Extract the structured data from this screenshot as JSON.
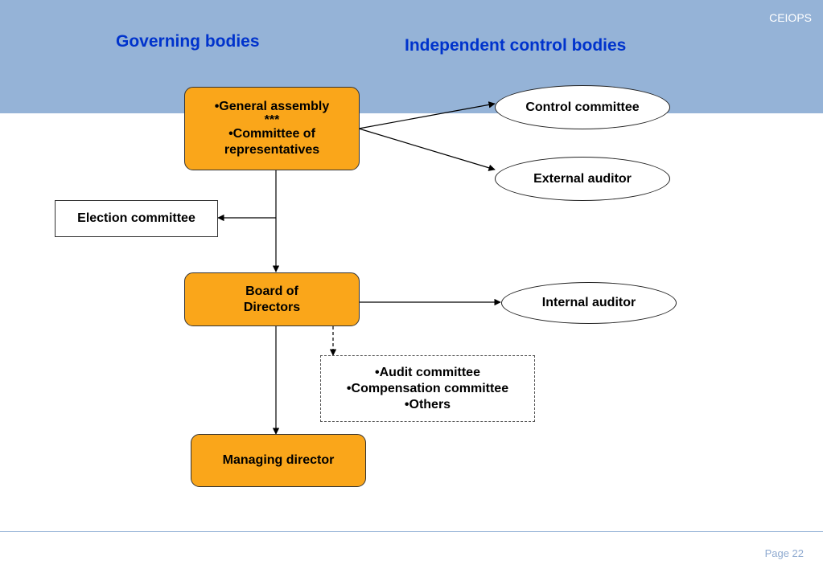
{
  "header": {
    "brand": "CEIOPS",
    "left_title": "Governing bodies",
    "right_title": "Independent control bodies"
  },
  "nodes": {
    "general_assembly": {
      "line1": "•General assembly",
      "line2": "***",
      "line3": "•Committee of",
      "line4": "representatives"
    },
    "election_committee": "Election committee",
    "board": {
      "line1": "Board of",
      "line2": "Directors"
    },
    "committees": {
      "line1": "•Audit committee",
      "line2": "•Compensation committee",
      "line3": "•Others"
    },
    "managing_director": "Managing director",
    "control_committee": "Control committee",
    "external_auditor": "External auditor",
    "internal_auditor": "Internal auditor"
  },
  "colors": {
    "header_band": "#95b3d7",
    "title_text": "#0033cc",
    "node_fill": "#faa61a"
  },
  "footer": {
    "page": "Page 22"
  }
}
